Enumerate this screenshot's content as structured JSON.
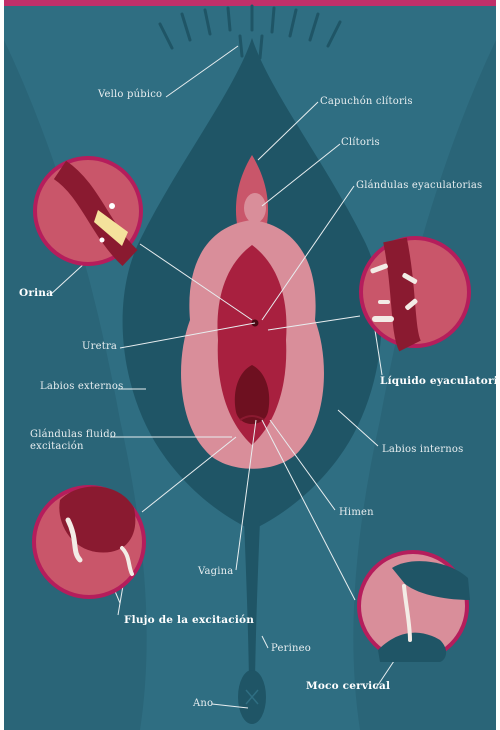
{
  "colors": {
    "background": "#2f6e82",
    "teal_dark": "#1f5566",
    "labia_outer": "#d98e9a",
    "labia_inner": "#a8203f",
    "vagina": "#6e1020",
    "accent_border": "#b51d5c",
    "top_bar": "#c0306a"
  },
  "labels": {
    "vello_pubico": "Vello púbico",
    "capuchon_clitoris": "Capuchón clítoris",
    "clitoris": "Clítoris",
    "glandulas_eyaculatorias": "Glándulas eyaculatorias",
    "orina": "Orina",
    "uretra": "Uretra",
    "labios_externos": "Labios externos",
    "liquido_eyaculatorio": "Líquido eyaculatorio",
    "glandulas_fluido": "Glándulas fluido excitación",
    "labios_internos": "Labios internos",
    "himen": "Himen",
    "vagina": "Vagina",
    "flujo_excitacion": "Flujo de la excitación",
    "perineo": "Perineo",
    "moco_cervical": "Moco cervical",
    "ano": "Ano"
  }
}
